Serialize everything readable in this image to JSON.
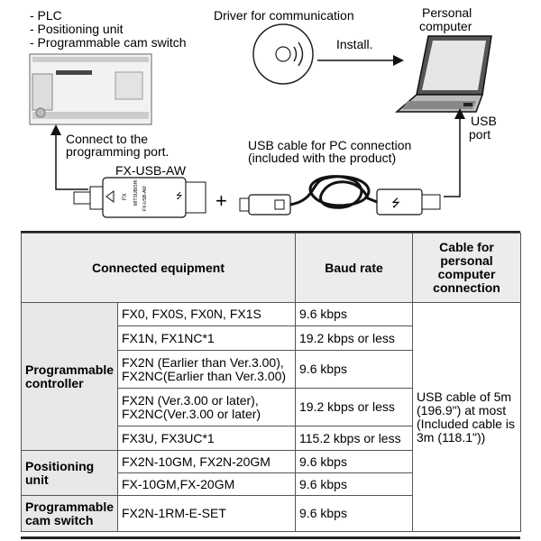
{
  "diagram": {
    "device_list": [
      "- PLC",
      "- Positioning unit",
      "- Programmable cam switch"
    ],
    "driver_label": "Driver for communication",
    "install_label": "Install.",
    "computer_label_1": "Personal",
    "computer_label_2": "computer",
    "usb_port_1": "USB",
    "usb_port_2": "port",
    "connect_label_1": "Connect to the",
    "connect_label_2": "programming port.",
    "adapter_name": "FX-USB-AW",
    "cable_label_1": "USB cable for PC connection",
    "cable_label_2": "(included with the product)",
    "plus": "+"
  },
  "table": {
    "headers": {
      "equipment": "Connected equipment",
      "baud": "Baud rate",
      "cable": "Cable for personal computer connection"
    },
    "groups": {
      "plc": "Programmable controller",
      "positioning": "Positioning unit",
      "cam": "Programmable cam switch"
    },
    "rows": [
      {
        "model": "FX0, FX0S, FX0N, FX1S",
        "baud": "9.6 kbps"
      },
      {
        "model": "FX1N, FX1NC*1",
        "baud": "19.2 kbps or less"
      },
      {
        "model": "FX2N (Earlier than Ver.3.00), FX2NC(Earlier than Ver.3.00)",
        "baud": "9.6 kbps"
      },
      {
        "model": "FX2N (Ver.3.00 or later), FX2NC(Ver.3.00 or later)",
        "baud": "19.2 kbps or less"
      },
      {
        "model": "FX3U, FX3UC*1",
        "baud": "115.2 kbps or less"
      },
      {
        "model": "FX2N-10GM, FX2N-20GM",
        "baud": "9.6 kbps"
      },
      {
        "model": "FX-10GM,FX-20GM",
        "baud": "9.6 kbps"
      },
      {
        "model": "FX2N-1RM-E-SET",
        "baud": "9.6 kbps"
      }
    ],
    "cable_text": "USB cable of 5m (196.9\") at most (Included cable is 3m (118.1\"))"
  }
}
